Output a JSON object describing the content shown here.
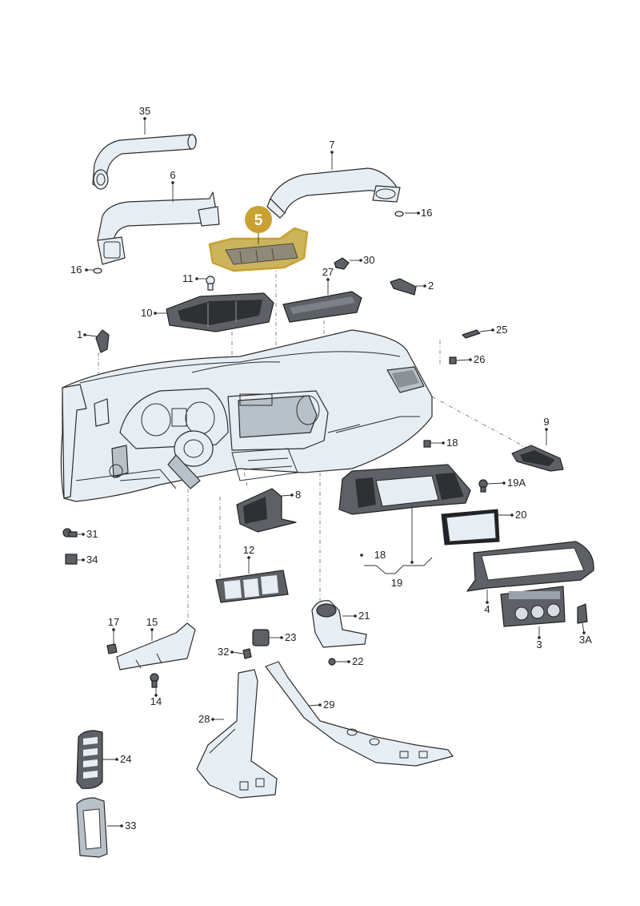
{
  "highlight": {
    "label": "5",
    "color": "#c9a032",
    "text_color": "#ffffff"
  },
  "callouts": [
    {
      "id": "c35",
      "label": "35"
    },
    {
      "id": "c7",
      "label": "7"
    },
    {
      "id": "c6",
      "label": "6"
    },
    {
      "id": "c16a",
      "label": "16"
    },
    {
      "id": "c16b",
      "label": "16"
    },
    {
      "id": "c30",
      "label": "30"
    },
    {
      "id": "c11",
      "label": "11"
    },
    {
      "id": "c27",
      "label": "27"
    },
    {
      "id": "c2",
      "label": "2"
    },
    {
      "id": "c10",
      "label": "10"
    },
    {
      "id": "c1",
      "label": "1"
    },
    {
      "id": "c25",
      "label": "25"
    },
    {
      "id": "c26",
      "label": "26"
    },
    {
      "id": "c9",
      "label": "9"
    },
    {
      "id": "c18a",
      "label": "18"
    },
    {
      "id": "c19A",
      "label": "19A"
    },
    {
      "id": "c8",
      "label": "8"
    },
    {
      "id": "c20",
      "label": "20"
    },
    {
      "id": "c31",
      "label": "31"
    },
    {
      "id": "c34",
      "label": "34"
    },
    {
      "id": "c12",
      "label": "12"
    },
    {
      "id": "c18b",
      "label": "18"
    },
    {
      "id": "c19",
      "label": "19"
    },
    {
      "id": "c4",
      "label": "4"
    },
    {
      "id": "c21",
      "label": "21"
    },
    {
      "id": "c17",
      "label": "17"
    },
    {
      "id": "c15",
      "label": "15"
    },
    {
      "id": "c3",
      "label": "3"
    },
    {
      "id": "c3A",
      "label": "3A"
    },
    {
      "id": "c23",
      "label": "23"
    },
    {
      "id": "c32",
      "label": "32"
    },
    {
      "id": "c22",
      "label": "22"
    },
    {
      "id": "c14",
      "label": "14"
    },
    {
      "id": "c29",
      "label": "29"
    },
    {
      "id": "c28",
      "label": "28"
    },
    {
      "id": "c24",
      "label": "24"
    },
    {
      "id": "c33",
      "label": "33"
    }
  ]
}
